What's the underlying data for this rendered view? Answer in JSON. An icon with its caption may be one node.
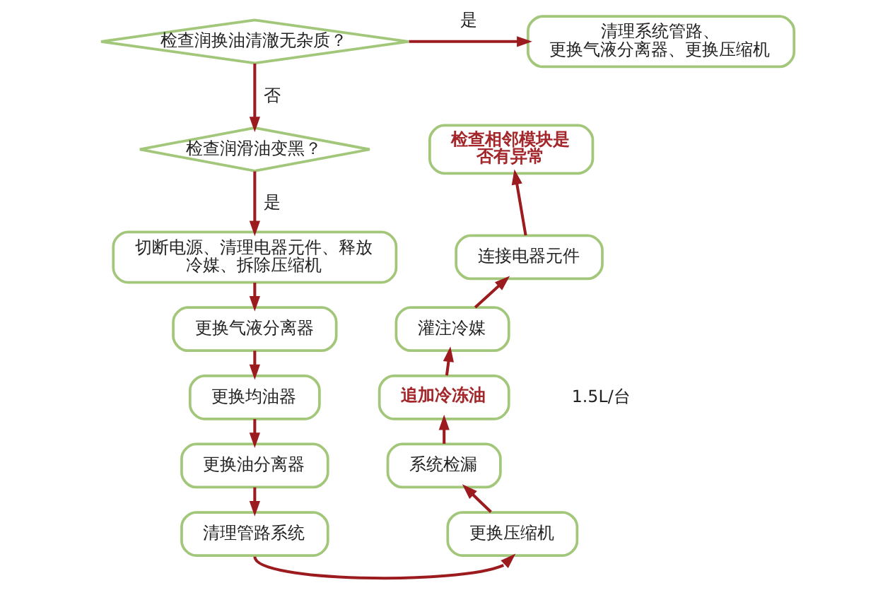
{
  "diagram": {
    "nodes": [
      {
        "text": [
          "检查润换油清澈无杂质？"
        ]
      },
      {
        "text": [
          "清理系统管路、更换气液分离器、更换压缩机"
        ]
      },
      {
        "text": [
          "检查润滑油变黑？"
        ]
      },
      {
        "text": [
          "切断电源、清理电器元件、释放冷媒、拆除压缩机"
        ]
      },
      {
        "text": [
          "更换气液分离器"
        ]
      },
      {
        "text": [
          "更换均油器"
        ]
      },
      {
        "text": [
          "更换油分离器"
        ]
      },
      {
        "text": [
          "清理管路系统"
        ]
      },
      {
        "text": [
          "更换压缩机"
        ]
      },
      {
        "text": [
          "系统检漏"
        ]
      },
      {
        "text": [
          "追加冷冻油"
        ],
        "beside": [
          "1.5L/台"
        ]
      },
      {
        "text": [
          "灌注冷媒"
        ]
      },
      {
        "text": [
          "连接电器元件"
        ]
      },
      {
        "text": [
          "检查相邻模块是否有异常"
        ]
      }
    ],
    "edges": [
      {
        "from": 0,
        "to": 1,
        "arrow": "to",
        "label": "是"
      },
      {
        "from": 0,
        "to": 2,
        "arrow": "to",
        "label": "否"
      },
      {
        "from": 2,
        "to": 3,
        "arrow": "to",
        "label": "是"
      },
      {
        "from": 3,
        "to": 4,
        "arrow": "to"
      },
      {
        "from": 4,
        "to": 5,
        "arrow": "to"
      },
      {
        "from": 5,
        "to": 6,
        "arrow": "to"
      },
      {
        "from": 6,
        "to": 7,
        "arrow": "to"
      },
      {
        "from": 7,
        "to": 8,
        "arrow": "to"
      },
      {
        "from": 8,
        "to": 9,
        "arrow": "to"
      },
      {
        "from": 9,
        "to": 10,
        "arrow": "to"
      },
      {
        "from": 10,
        "to": 11,
        "arrow": "to"
      },
      {
        "from": 11,
        "to": 12,
        "arrow": "to"
      },
      {
        "from": 12,
        "to": 13,
        "arrow": "to"
      }
    ]
  }
}
